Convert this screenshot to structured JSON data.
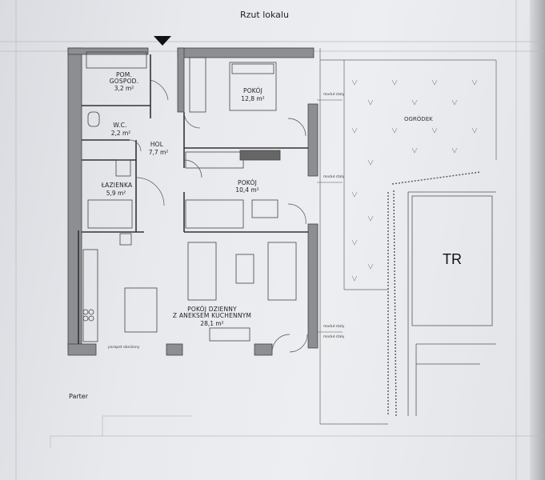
{
  "header": {
    "title": "Rzut lokalu"
  },
  "rooms": {
    "pom_gospod": {
      "name_line1": "POM.",
      "name_line2": "GOSPOD.",
      "area": "3,2 m²"
    },
    "pokoj1": {
      "name": "POKÓJ",
      "area": "12,8 m²"
    },
    "wc": {
      "name": "W.C.",
      "area": "2,2 m²"
    },
    "hol": {
      "name": "HOL",
      "area": "7,7 m²"
    },
    "lazienka": {
      "name": "ŁAZIENKA",
      "area": "5,9 m²"
    },
    "pokoj2": {
      "name": "POKÓJ",
      "area": "10,4 m²"
    },
    "dzienny": {
      "name_line1": "POKÓJ DZIENNY",
      "name_line2": "Z ANEKSEM KUCHENNYM",
      "area": "28,1 m²"
    }
  },
  "garden": {
    "name": "OGRÓDEK",
    "tr_label": "TR"
  },
  "annotations": {
    "parapet": "parapet obniżony",
    "modul": [
      "moduł stały",
      "moduł stały",
      "moduł stały",
      "moduł stały"
    ]
  },
  "footer": {
    "floor_label": "Parter"
  },
  "colors": {
    "wall": "#8a8a8c",
    "line": "#3a3a3a",
    "paper": "#eceef1"
  }
}
